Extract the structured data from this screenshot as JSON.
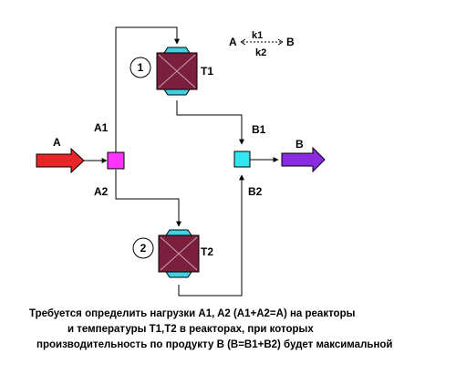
{
  "equation": {
    "left": "A",
    "right": "B",
    "k_forward": "k1",
    "k_backward": "k2"
  },
  "streams": {
    "feed": "A",
    "product": "B",
    "split_top": "A1",
    "split_bottom": "A2",
    "out_top": "B1",
    "out_bottom": "B2"
  },
  "reactors": [
    {
      "number": "1",
      "label": "T1"
    },
    {
      "number": "2",
      "label": "T2"
    }
  ],
  "colors": {
    "feed_arrow": "#e8262a",
    "product_arrow": "#8a2be2",
    "splitter": "#ff33ff",
    "mixer": "#33e6f0",
    "reactor_body": "#7a1f3d",
    "reactor_cap": "#40d0e0"
  },
  "caption": {
    "line1": "Требуется определить нагрузки A1, A2  (A1+A2=A) на реакторы",
    "line2": "и температуры T1,T2 в реакторах, при которых",
    "line3": "производительность по продукту B (B=B1+B2) будет максимальной"
  }
}
